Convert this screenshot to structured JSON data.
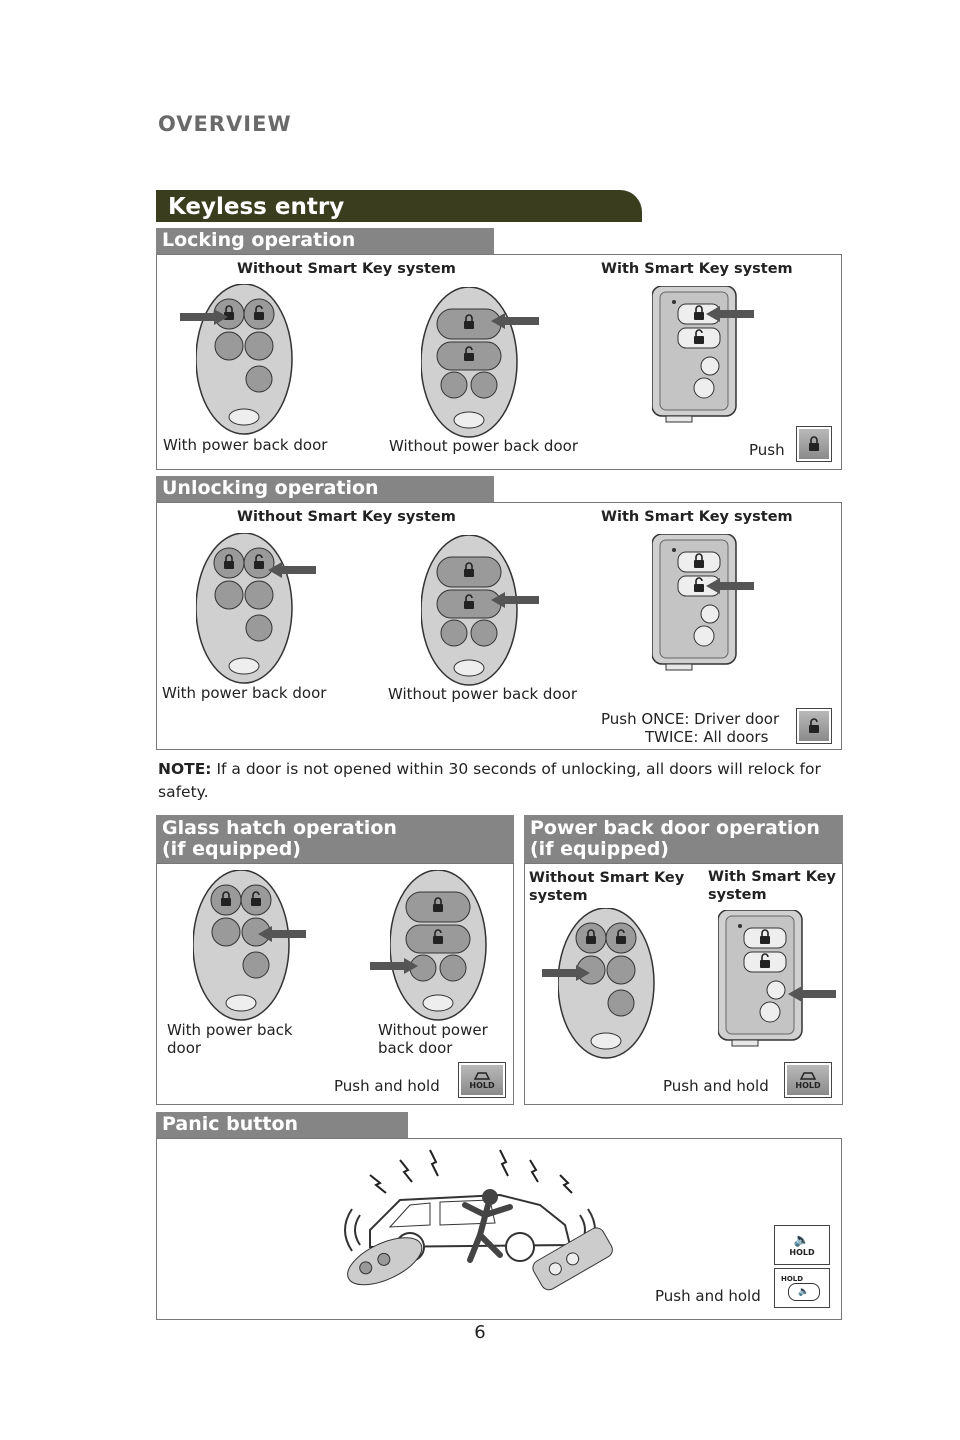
{
  "page": {
    "overview": "OVERVIEW",
    "title": "Keyless entry",
    "page_number": "6"
  },
  "locking": {
    "title": "Locking operation",
    "without_smart": "Without Smart Key system",
    "with_smart": "With Smart Key system",
    "cap_power": "With power back door",
    "cap_nopower": "Without power back door",
    "push": "Push"
  },
  "unlocking": {
    "title": "Unlocking operation",
    "without_smart": "Without Smart Key system",
    "with_smart": "With Smart Key system",
    "cap_power": "With power back door",
    "cap_nopower": "Without power back door",
    "push_once": "Push ONCE: Driver door",
    "push_twice": "TWICE: All doors"
  },
  "note": {
    "label": "NOTE:",
    "text": " If a door is not opened within 30 seconds of unlocking, all doors will relock for safety."
  },
  "glass": {
    "title_line1": "Glass hatch operation",
    "title_line2": "(if equipped)",
    "cap_power_1": "With power back",
    "cap_power_2": "door",
    "cap_nopower_1": "Without power",
    "cap_nopower_2": "back door",
    "push_hold": "Push and hold",
    "hold_label": "HOLD"
  },
  "powerdoor": {
    "title_line1": "Power back door operation",
    "title_line2": "(if equipped)",
    "without_1": "Without Smart Key",
    "without_2": "system",
    "with_1": "With Smart Key",
    "with_2": "system",
    "push_hold": "Push and hold",
    "hold_label": "HOLD"
  },
  "panic": {
    "title": "Panic button",
    "push_hold": "Push and hold",
    "hold_label": "HOLD"
  },
  "colors": {
    "title_bar": "#3a3d1e",
    "section_bar": "#858585",
    "remote_body": "#d4d4d4"
  }
}
